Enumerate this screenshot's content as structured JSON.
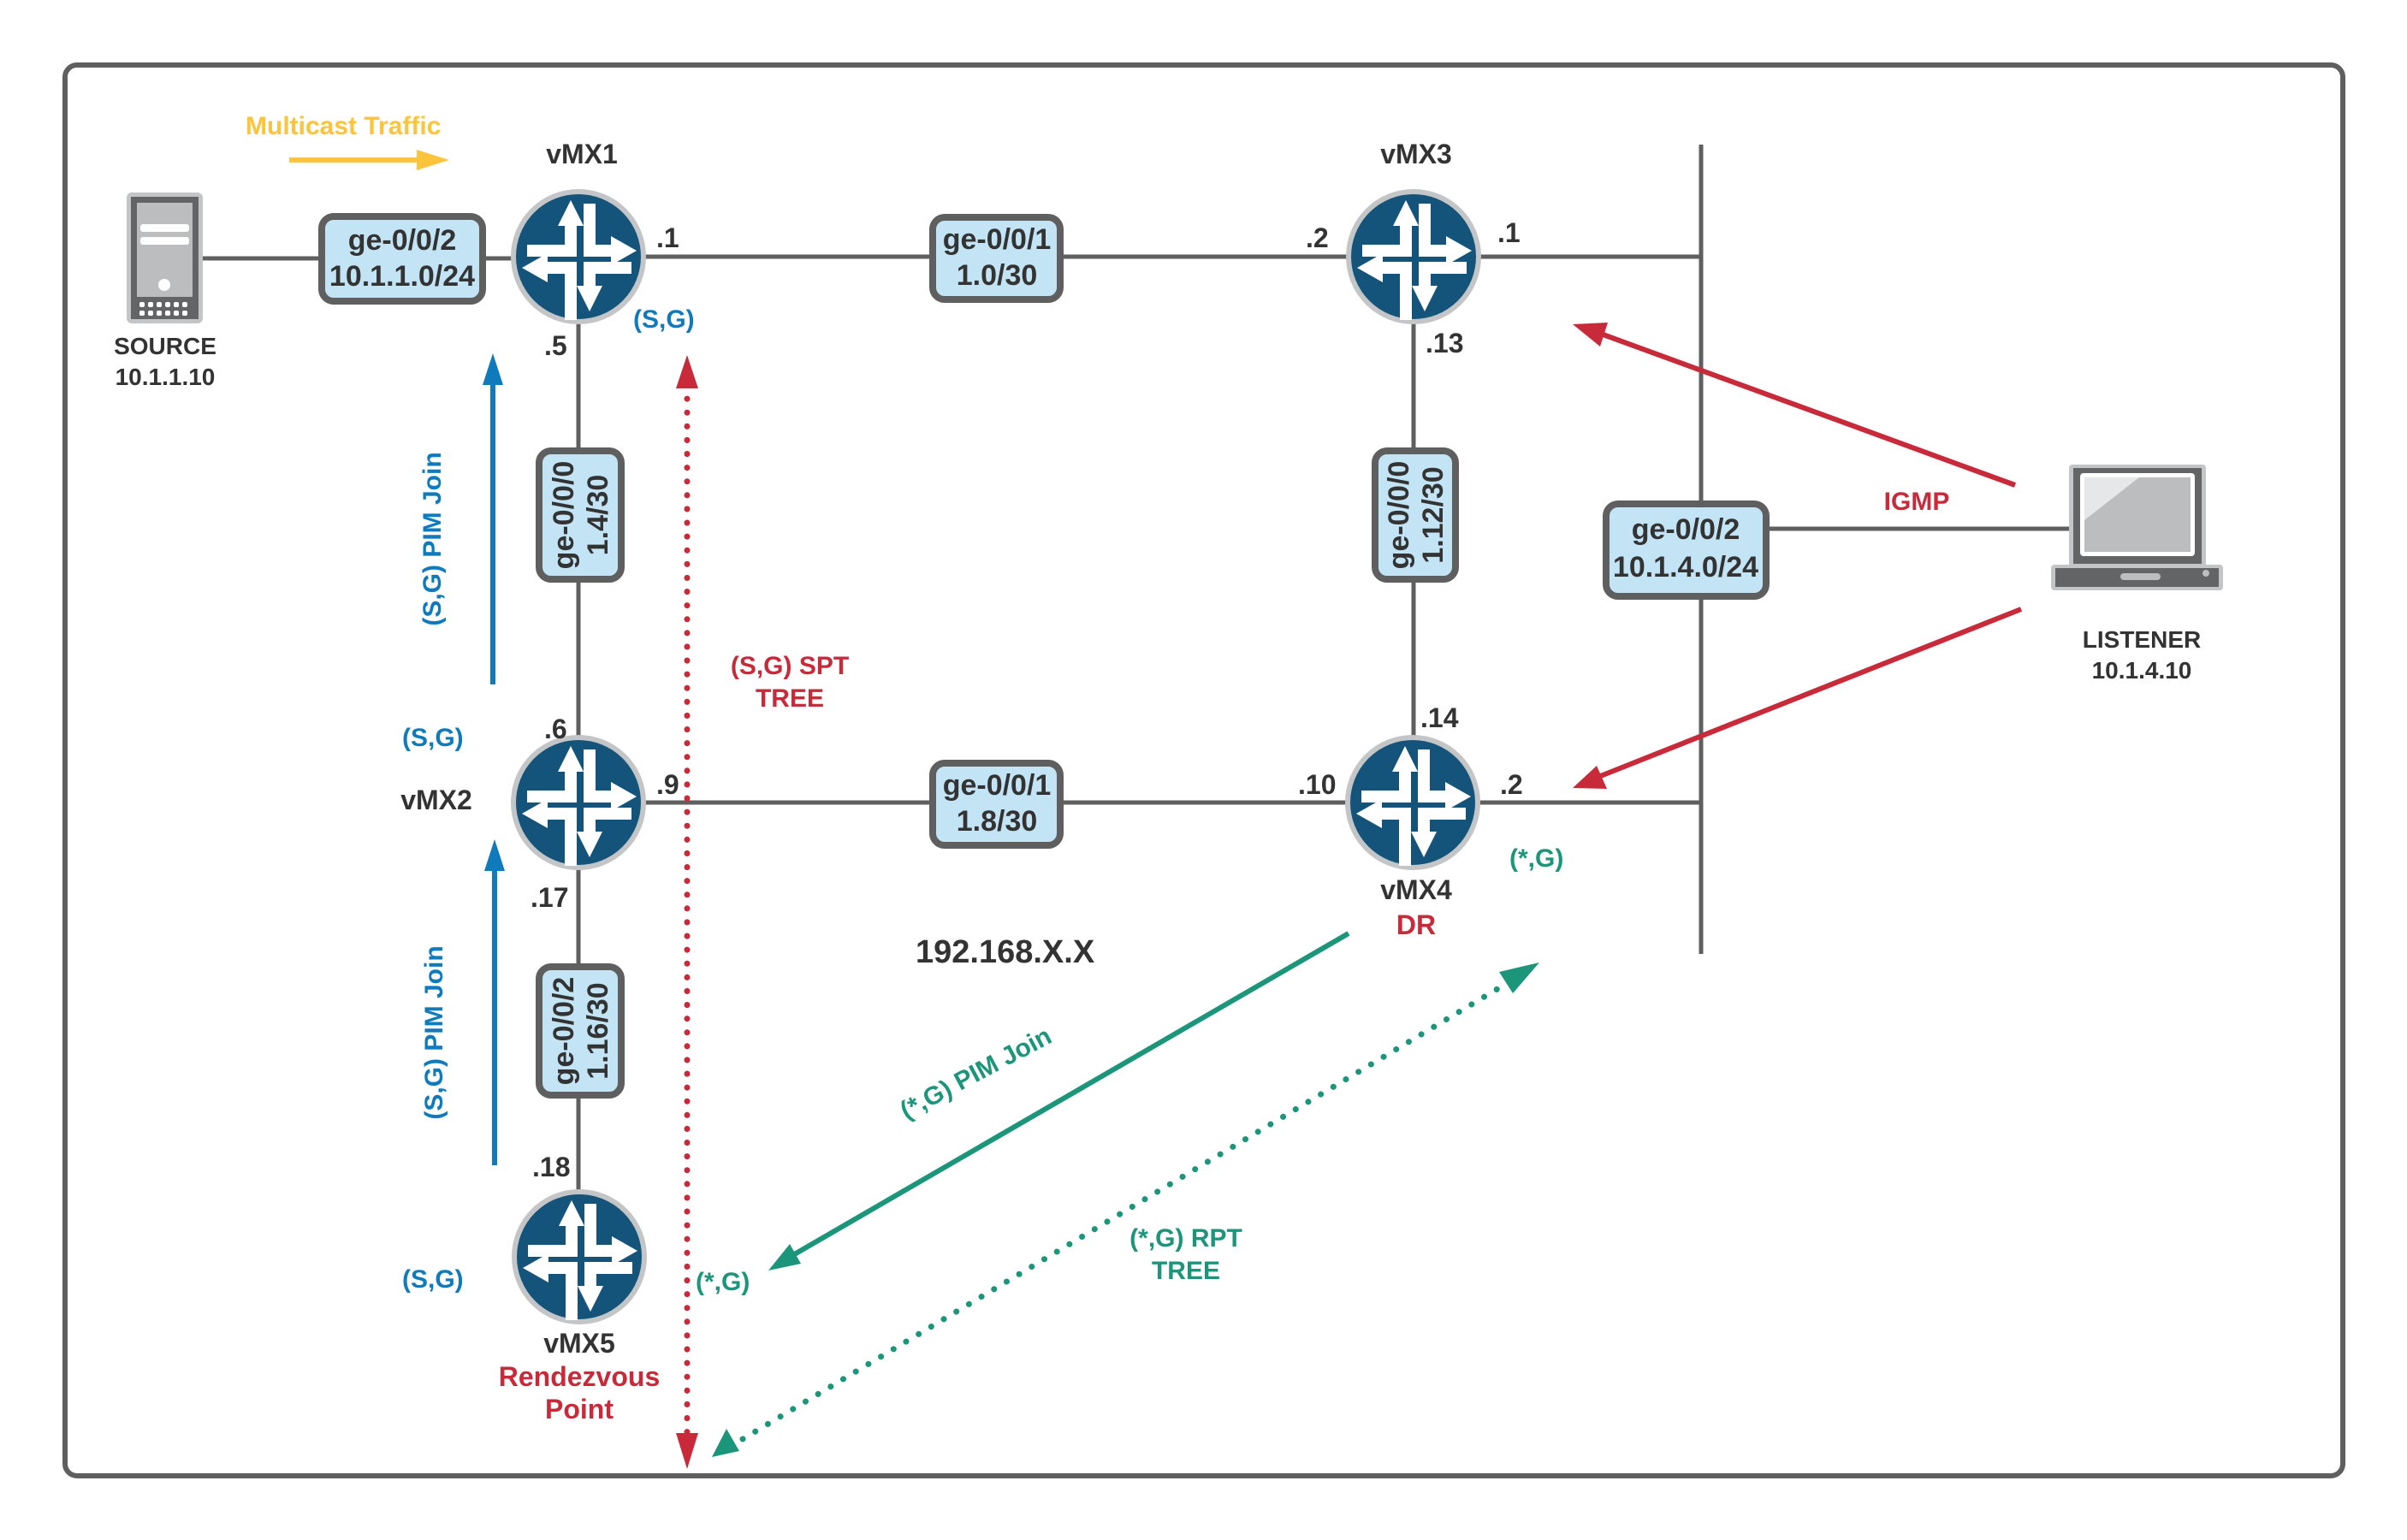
{
  "diagram": {
    "title_network": "192.168.X.X",
    "colors": {
      "router": "#14547a",
      "link_box": "#c3e4f5",
      "wire": "#5f5f5f",
      "sg_blue": "#0f7bbd",
      "spt_red": "#c92a3a",
      "rpt_green": "#1b967a",
      "traffic_yellow": "#fbc43b"
    },
    "multicast_traffic": "Multicast Traffic",
    "source": {
      "label": "SOURCE",
      "ip": "10.1.1.10",
      "icon": "server-icon"
    },
    "listener": {
      "label": "LISTENER",
      "ip": "10.1.4.10",
      "icon": "laptop-icon"
    },
    "routers": [
      {
        "id": "vmx1",
        "name": "vMX1",
        "icon": "router-icon"
      },
      {
        "id": "vmx2",
        "name": "vMX2",
        "icon": "router-icon"
      },
      {
        "id": "vmx3",
        "name": "vMX3",
        "icon": "router-icon"
      },
      {
        "id": "vmx4",
        "name": "vMX4",
        "role": "DR",
        "icon": "router-icon"
      },
      {
        "id": "vmx5",
        "name": "vMX5",
        "role_line1": "Rendezvous",
        "role_line2": "Point",
        "icon": "router-icon"
      }
    ],
    "links": [
      {
        "iface": "ge-0/0/2",
        "subnet": "10.1.1.0/24"
      },
      {
        "iface": "ge-0/0/1",
        "subnet": "1.0/30"
      },
      {
        "iface": "ge-0/0/0",
        "subnet": "1.4/30"
      },
      {
        "iface": "ge-0/0/0",
        "subnet": "1.12/30"
      },
      {
        "iface": "ge-0/0/1",
        "subnet": "1.8/30"
      },
      {
        "iface": "ge-0/0/2",
        "subnet": "1.16/30"
      },
      {
        "iface": "ge-0/0/2",
        "subnet": "10.1.4.0/24"
      }
    ],
    "addresses": {
      "vmx1_east": ".1",
      "vmx1_south": ".5",
      "vmx3_west": ".2",
      "vmx3_east": ".1",
      "vmx3_south": ".13",
      "vmx2_north": ".6",
      "vmx2_east": ".9",
      "vmx2_south": ".17",
      "vmx4_north": ".14",
      "vmx4_west": ".10",
      "vmx4_east": ".2",
      "vmx5_north": ".18"
    },
    "state_labels": {
      "sg": "(S,G)",
      "starg": "(*,G)"
    },
    "annotations": {
      "sg_pim_join": "(S,G) PIM Join",
      "sg_spt_line1": "(S,G) SPT",
      "sg_spt_line2": "TREE",
      "starg_pim_join": "(*,G) PIM Join",
      "starg_rpt_line1": "(*,G) RPT",
      "starg_rpt_line2": "TREE",
      "igmp": "IGMP"
    }
  }
}
